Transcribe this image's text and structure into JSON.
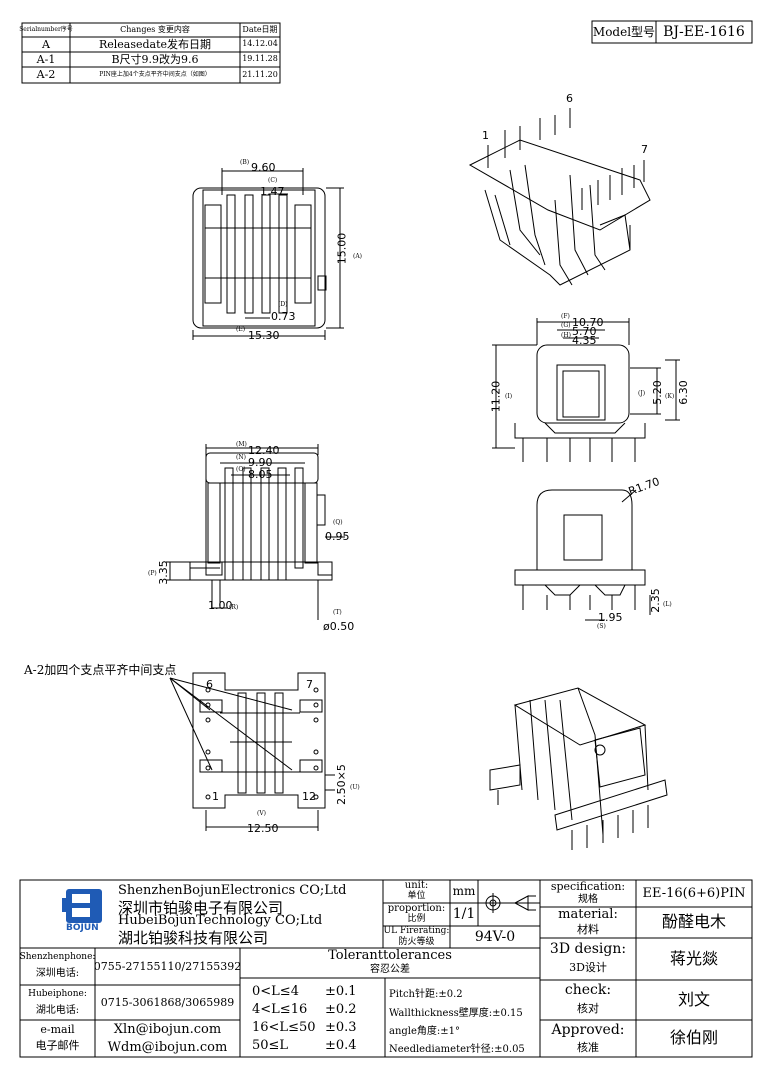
{
  "revision_table": {
    "headers": [
      "Serialnumber序号",
      "Changes 变更内容",
      "Date日期"
    ],
    "rows": [
      {
        "serial": "A",
        "change": "Releasedate发布日期",
        "date": "14.12.04"
      },
      {
        "serial": "A-1",
        "change": "B尺寸9.9改为9.6",
        "date": "19.11.28"
      },
      {
        "serial": "A-2",
        "change": "PIN座上加4个支点平齐中间支点（如图）",
        "date": "21.11.20"
      }
    ]
  },
  "model": {
    "label": "Model型号",
    "value": "BJ-EE-1616"
  },
  "pin_labels": {
    "p1": "1",
    "p6": "6",
    "p7": "7"
  },
  "dimensions": {
    "top_view": {
      "B": "9.60",
      "C": "1.47",
      "A": "15.00",
      "D": "0.73",
      "E": "15.30",
      "B_ref": "(B)",
      "C_ref": "(C)",
      "A_ref": "(A)",
      "D_ref": "(D)",
      "E_ref": "(E)"
    },
    "side_view": {
      "F": "10.70",
      "G": "5.70",
      "H": "4.35",
      "I": "11.20",
      "J": "5.20",
      "K": "6.30",
      "F_ref": "(F)",
      "G_ref": "(G)",
      "H_ref": "(H)",
      "I_ref": "(I)",
      "J_ref": "(J)",
      "K_ref": "(K)"
    },
    "front_view": {
      "M": "12.40",
      "N": "9.90",
      "O": "8.05",
      "Q": "0.95",
      "P": "3.35",
      "R": "1.00",
      "T": "ø0.50",
      "M_ref": "(M)",
      "N_ref": "(N)",
      "O_ref": "(O)",
      "Q_ref": "(Q)",
      "P_ref": "(P)",
      "R_ref": "(R)",
      "T_ref": "(T)"
    },
    "back_view": {
      "radius": "R1.70",
      "S": "1.95",
      "L": "2.35",
      "S_ref": "(S)",
      "L_ref": "(L)"
    },
    "bottom_view": {
      "V": "12.50",
      "U": "2.50×5",
      "V_ref": "(V)",
      "U_ref": "(U)"
    }
  },
  "bottom_pins": {
    "p6": "6",
    "p7": "7",
    "p1": "1",
    "p12": "12"
  },
  "note": "A-2加四个支点平齐中间支点",
  "title_block": {
    "company_en_sz": "ShenzhenBojunElectronics CO;Ltd",
    "company_cn_sz": "深圳市铂骏电子有限公司",
    "company_en_hb": "HubeiBojunTechnology CO;Ltd",
    "company_cn_hb": "湖北铂骏科技有限公司",
    "logo_text": "BOJUN",
    "unit_label_en": "unit:",
    "unit_label_cn": "单位",
    "unit_value": "mm",
    "proportion_label_en": "proportion:",
    "proportion_label_cn": "比例",
    "proportion_value": "1/1",
    "fire_label_en": "UL Firerating:",
    "fire_label_cn": "防火等级",
    "fire_value": "94V-0",
    "spec_label_en": "specification:",
    "spec_label_cn": "规格",
    "spec_value": "EE-16(6+6)PIN",
    "material_label_en": "material:",
    "material_label_cn": "材料",
    "material_value": "酚醛电木",
    "design_label_en": "3D design:",
    "design_label_cn": "3D设计",
    "design_value": "蒋光燚",
    "check_label_en": "check:",
    "check_label_cn": "核对",
    "check_value": "刘文",
    "approved_label_en": "Approved:",
    "approved_label_cn": "核准",
    "approved_value": "徐伯刚",
    "sz_phone_label_en": "Shenzhenphone:",
    "sz_phone_label_cn": "深圳电话:",
    "sz_phone": "0755-27155110/27155392",
    "hb_phone_label_en": "Hubeiphone:",
    "hb_phone_label_cn": "湖北电话:",
    "hb_phone": "0715-3061868/3065989",
    "email_label_en": "e-mail",
    "email_label_cn": "电子邮件",
    "email1": "Xln@ibojun.com",
    "email2": "Wdm@ibojun.com",
    "tol_title_en": "Toleranttolerances",
    "tol_title_cn": "容忍公差",
    "tol_ranges": [
      {
        "range": "0<L≤4",
        "tol": "±0.1"
      },
      {
        "range": "4<L≤16",
        "tol": "±0.2"
      },
      {
        "range": "16<L≤50",
        "tol": "±0.3"
      },
      {
        "range": "50≤L",
        "tol": "±0.4"
      }
    ],
    "pitch": "Pitch针距:±0.2",
    "wall": "Wallthickness壁厚度:±0.15",
    "angle": "angle角度:±1°",
    "needle": "Needlediameter针径:±0.05"
  }
}
